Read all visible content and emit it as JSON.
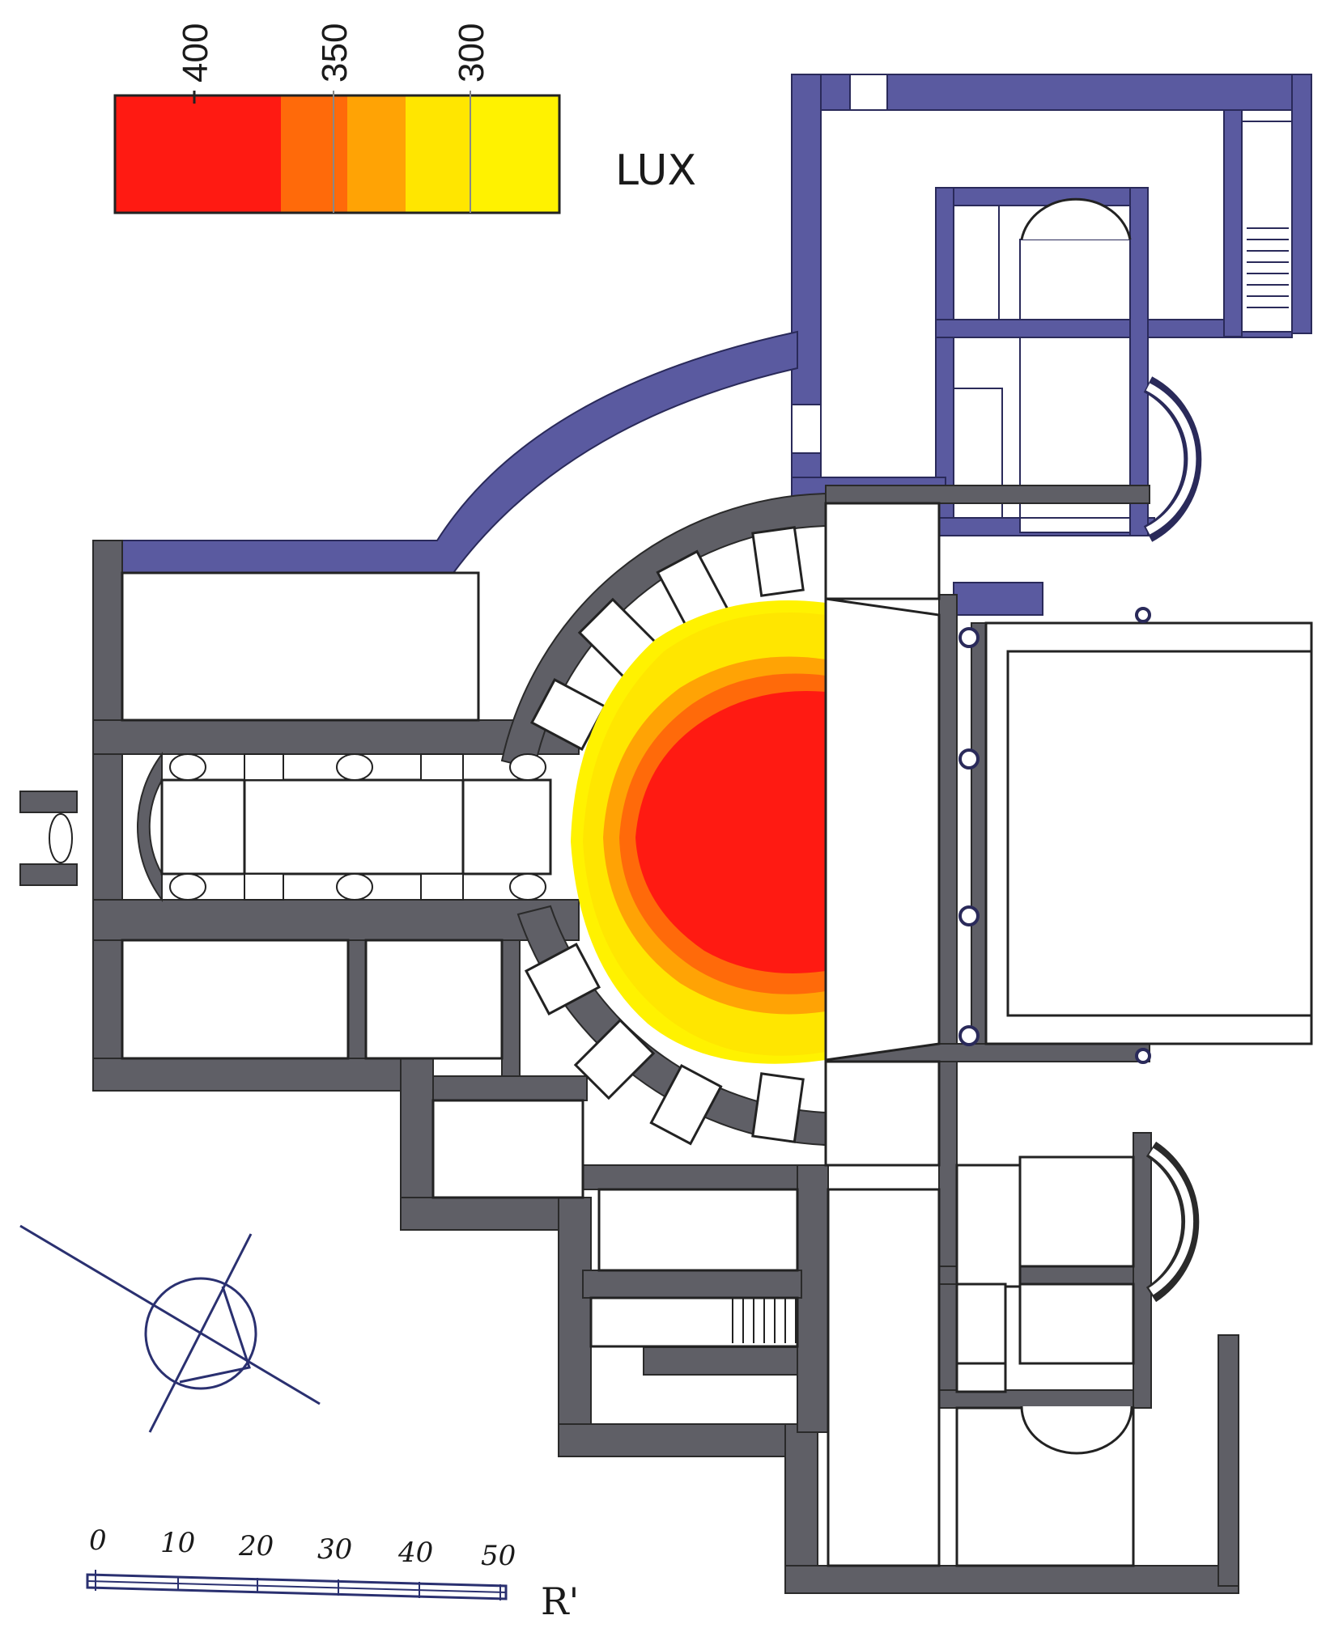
{
  "legend": {
    "unit": "LUX",
    "ticks": [
      "400",
      "350",
      "300"
    ],
    "colors": [
      "#ff1a12",
      "#ff6a0a",
      "#ffa305",
      "#ffe600",
      "#fff200"
    ]
  },
  "heatmap": {
    "colors": {
      "outer": "#fff200",
      "mid": "#ffa305",
      "inner_ring": "#ff6a0a",
      "core": "#ff1a12"
    }
  },
  "scale_bar": {
    "ticks": [
      "0",
      "10",
      "20",
      "30",
      "40",
      "50"
    ],
    "unit": "R'"
  },
  "walls": {
    "blue": "#5a5aa0",
    "grey": "#5f5f66"
  }
}
